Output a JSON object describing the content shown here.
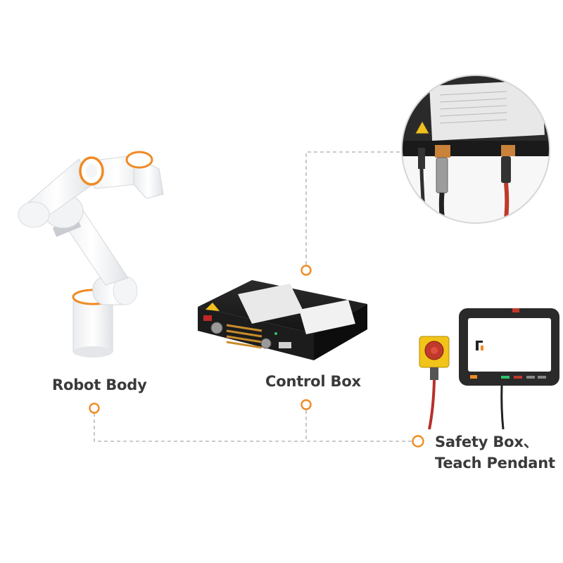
{
  "labels": {
    "robot_body": "Robot Body",
    "control_box": "Control Box",
    "safety_box_line1": "Safety Box、",
    "safety_box_line2": "Teach Pendant"
  },
  "colors": {
    "accent": "#f08a24",
    "connector_line": "#b9b9b9",
    "label_text": "#3a3a3a"
  }
}
